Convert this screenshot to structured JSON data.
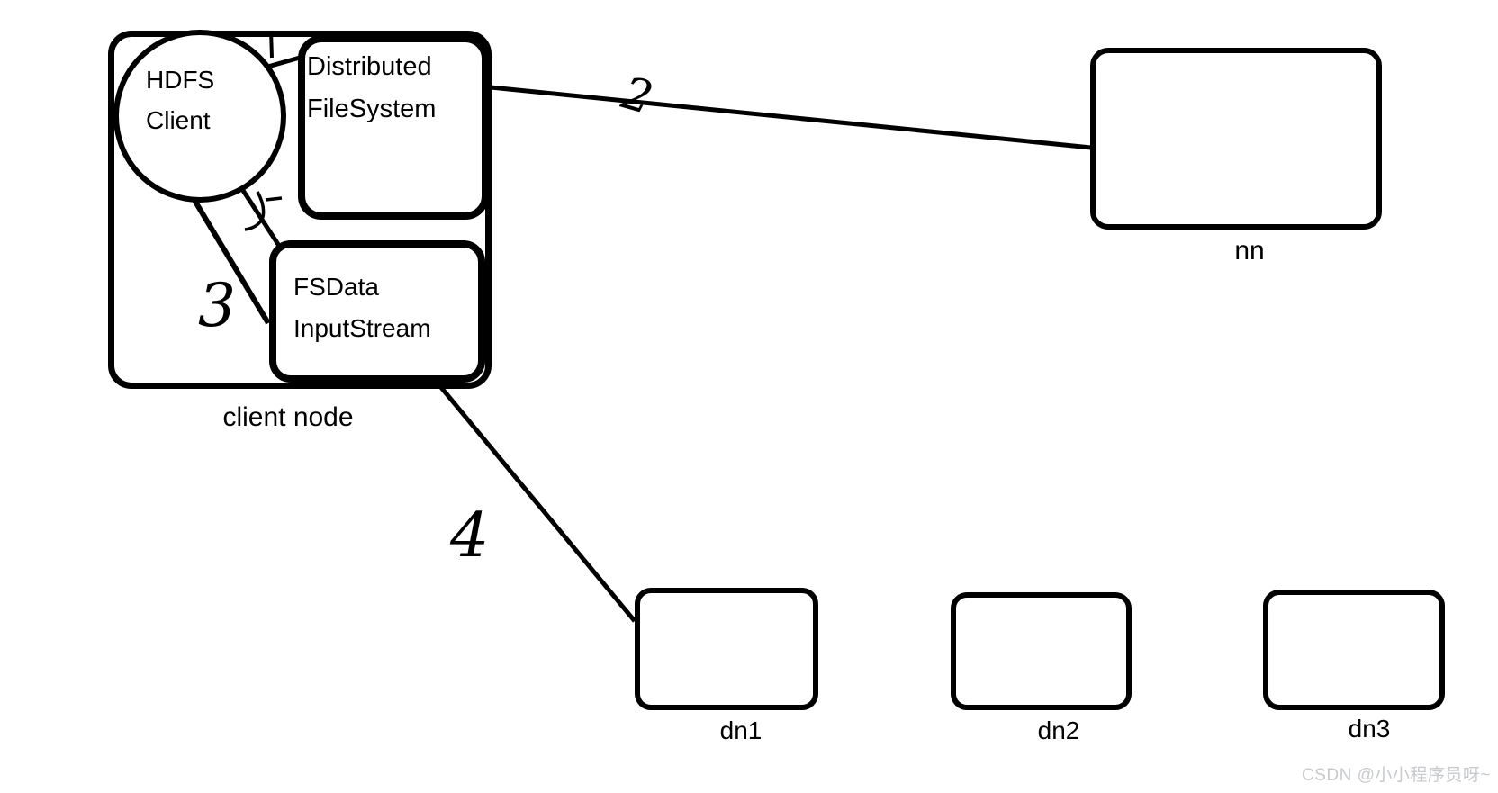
{
  "diagram": {
    "background_color": "#ffffff",
    "stroke_color": "#000000",
    "nodes": {
      "client_node": {
        "label": "client node"
      },
      "hdfs_client": {
        "label_line1": "HDFS",
        "label_line2": "Client"
      },
      "distributed_filesystem": {
        "label_line1": "Distributed",
        "label_line2": "FileSystem"
      },
      "fsdata_inputstream": {
        "label_line1": "FSData",
        "label_line2": "InputStream"
      },
      "namenode": {
        "label": "nn"
      },
      "datanode1": {
        "label": "dn1"
      },
      "datanode2": {
        "label": "dn2"
      },
      "datanode3": {
        "label": "dn3"
      }
    },
    "annotations": {
      "step2": "2",
      "step3": "3",
      "step4": "4"
    },
    "edges": [
      {
        "from": "hdfs_client",
        "to": "distributed_filesystem",
        "label": ""
      },
      {
        "from": "distributed_filesystem",
        "to": "namenode",
        "label": "2"
      },
      {
        "from": "hdfs_client",
        "to": "fsdata_inputstream",
        "label": ""
      },
      {
        "from": "hdfs_client",
        "to": "fsdata_inputstream",
        "label": "3"
      },
      {
        "from": "fsdata_inputstream",
        "to": "datanode1",
        "label": "4"
      }
    ],
    "watermark": {
      "text": "CSDN @小小程序员呀~",
      "color": "#c7cacd"
    }
  }
}
